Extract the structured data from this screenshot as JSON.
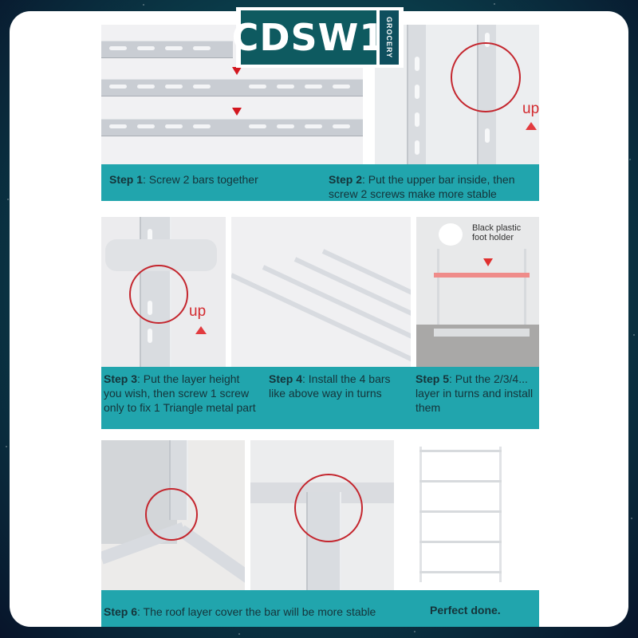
{
  "logo": {
    "brand": "CDSW1",
    "subtitle": "GROCERY"
  },
  "colors": {
    "caption_bg": "#21a5ad",
    "caption_text": "#15343a",
    "highlight_red": "#c4262e",
    "logo_bg": "#0e5a60"
  },
  "steps": [
    {
      "label": "Step 1",
      "text": ": Screw 2 bars together"
    },
    {
      "label": "Step 2",
      "text": ": Put the upper bar inside, then screw 2 screws make more stable"
    },
    {
      "label": "Step 3",
      "text": ": Put the layer height you wish, then screw 1 screw only to fix 1 Triangle metal part"
    },
    {
      "label": "Step 4",
      "text": ": Install the 4 bars like above way in turns"
    },
    {
      "label": "Step 5",
      "text": ":  Put the 2/3/4... layer in turns and install them"
    },
    {
      "label": "Step 6",
      "text": ": The roof layer cover the bar will be more stable"
    }
  ],
  "final": {
    "text": "Perfect done."
  },
  "annotations": {
    "up_label_1": "up",
    "up_label_2": "up",
    "foot_holder": "Black plastic foot holder"
  }
}
